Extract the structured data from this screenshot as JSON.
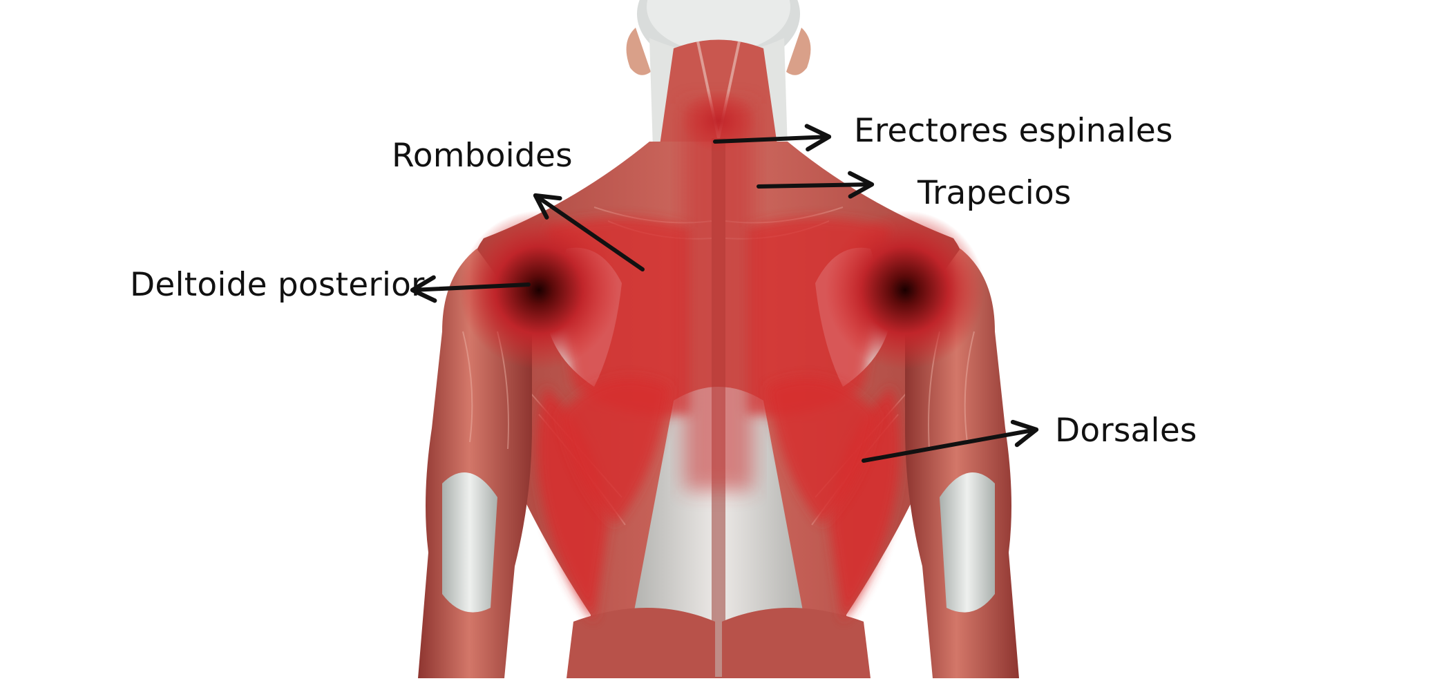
{
  "diagram": {
    "labels": {
      "erectores_espinales": "Erectores espinales",
      "trapecios": "Trapecios",
      "romboides": "Romboides",
      "deltoide_posterior": "Deltoide posterior",
      "dorsales": "Dorsales"
    },
    "colors": {
      "highlight": "#d72d2d",
      "highlight_core": "#6e0d0d",
      "skin_muscle": "#c9574f",
      "tendon": "#dcdedb",
      "arrow": "#111111",
      "background": "#ffffff"
    },
    "figure": "human-back-muscles"
  }
}
